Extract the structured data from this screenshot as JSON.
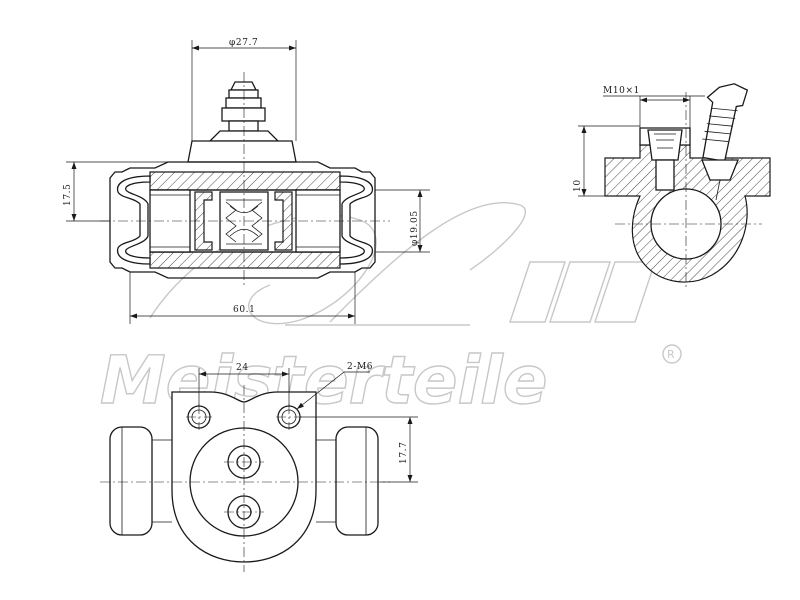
{
  "dimensions": {
    "front_bore_diameter": "φ27.7",
    "front_height": "17.5",
    "front_piston_diameter": "φ19.05",
    "front_length": "60.1",
    "side_thread": "M10×1",
    "side_offset": "10",
    "bottom_hole_spacing": "24",
    "bottom_mount_thread": "2-M6",
    "bottom_height": "17.7"
  },
  "watermark": {
    "brand": "Meisterteile",
    "registered": "R"
  }
}
